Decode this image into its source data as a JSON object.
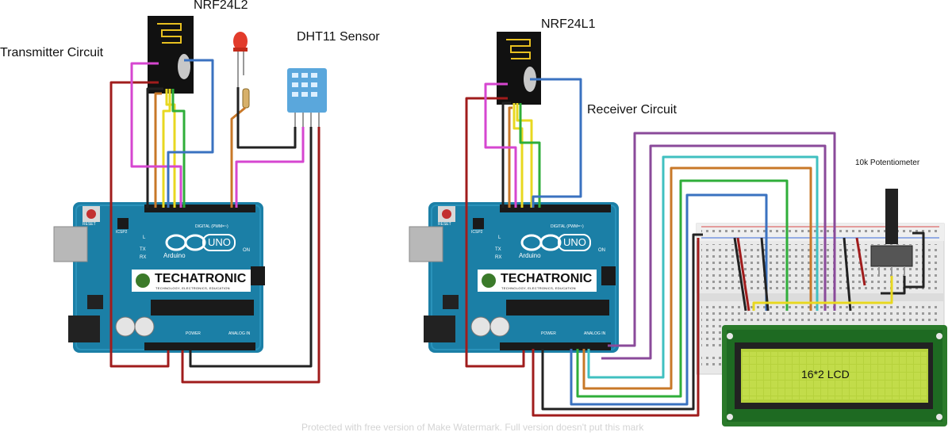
{
  "labels": {
    "transmitter": "Transmitter Circuit",
    "receiver": "Receiver Circuit",
    "nrf_tx": "NRF24L2",
    "nrf_rx": "NRF24L1",
    "dht": "DHT11 Sensor",
    "pot": "10k Potentiometer",
    "lcd": "16*2 LCD"
  },
  "board": {
    "brand": "TECHATRONIC",
    "tagline": "TECHNOLOGY, ELECTRONICS, EDUCATION",
    "model": "UNO",
    "maker": "Arduino",
    "reset": "RESET",
    "icsp": "ICSP2",
    "on": "ON",
    "l": "L",
    "tx": "TX",
    "rx": "RX",
    "digital": "DIGITAL (PWM=~)",
    "power": "POWER",
    "analog": "ANALOG IN"
  },
  "watermark": "Protected with free version of Make Watermark. Full version doesn't put this mark",
  "colors": {
    "board": "#1b7fa6",
    "wire_red": "#a01c1c",
    "wire_black": "#222222",
    "wire_pink": "#d646d0",
    "wire_orange": "#c87828",
    "wire_yellow": "#e8d820",
    "wire_green": "#2fae3a",
    "wire_blue": "#3a72c0",
    "wire_purple": "#8a4a9a",
    "wire_cyan": "#40c0c0",
    "lcd_screen": "#b6d23c",
    "lcd_frame": "#2a7a2a"
  }
}
